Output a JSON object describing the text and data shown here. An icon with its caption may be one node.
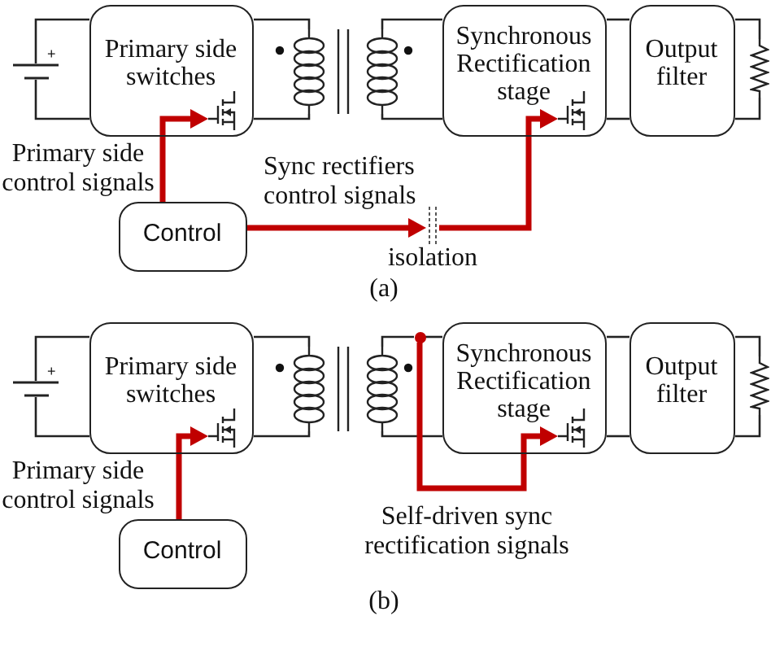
{
  "diagram": {
    "nodes": [
      {
        "text": [],
        "shape": "picture",
        "beside": [
          "+"
        ]
      },
      {
        "text": [
          "Primary side switches"
        ]
      },
      {
        "text": [],
        "shape": "picture",
        "in": 1
      },
      {
        "text": [],
        "shape": "picture"
      },
      {
        "text": [
          "Synchronous Rectification stage"
        ]
      },
      {
        "text": [],
        "shape": "picture",
        "in": 4
      },
      {
        "text": [
          "Output filter"
        ]
      },
      {
        "text": [],
        "shape": "picture"
      },
      {
        "text": [
          "Control"
        ]
      },
      {
        "text": [],
        "shape": "bar",
        "beside": [
          "isolation"
        ]
      },
      {
        "text": [],
        "shape": "picture",
        "beside": [
          "+"
        ]
      },
      {
        "text": [
          "Primary side switches"
        ]
      },
      {
        "text": [],
        "shape": "picture",
        "in": 11
      },
      {
        "text": [],
        "shape": "picture"
      },
      {
        "text": [],
        "shape": "circle"
      },
      {
        "text": [
          "Synchronous Rectification stage"
        ]
      },
      {
        "text": [],
        "shape": "picture",
        "in": 15
      },
      {
        "text": [
          "Output filter"
        ]
      },
      {
        "text": [],
        "shape": "picture"
      },
      {
        "text": [
          "Control"
        ]
      }
    ],
    "edges": [
      {
        "from": 0,
        "to": 1,
        "arrow": "none"
      },
      {
        "from": 0,
        "to": 1,
        "arrow": "none"
      },
      {
        "from": 1,
        "to": 3,
        "arrow": "none"
      },
      {
        "from": 1,
        "to": 3,
        "arrow": "none"
      },
      {
        "from": 3,
        "to": 4,
        "arrow": "none"
      },
      {
        "from": 3,
        "to": 4,
        "arrow": "none"
      },
      {
        "from": 4,
        "to": 6,
        "arrow": "none"
      },
      {
        "from": 4,
        "to": 6,
        "arrow": "none"
      },
      {
        "from": 6,
        "to": 7,
        "arrow": "none"
      },
      {
        "from": 6,
        "to": 7,
        "arrow": "none"
      },
      {
        "from": 8,
        "to": 2,
        "arrow": "to",
        "label": "Primary side control signals",
        "style": "thick",
        "color": "#c00000"
      },
      {
        "from": 8,
        "to": 9,
        "arrow": "to",
        "label": "Sync rectifiers control signals",
        "style": "thick",
        "color": "#c00000"
      },
      {
        "from": 9,
        "to": 5,
        "arrow": "to",
        "style": "thick",
        "color": "#c00000"
      },
      {
        "from": 10,
        "to": 11,
        "arrow": "none"
      },
      {
        "from": 10,
        "to": 11,
        "arrow": "none"
      },
      {
        "from": 11,
        "to": 13,
        "arrow": "none"
      },
      {
        "from": 11,
        "to": 13,
        "arrow": "none"
      },
      {
        "from": 13,
        "to": 14,
        "arrow": "none"
      },
      {
        "from": 14,
        "to": 15,
        "arrow": "none"
      },
      {
        "from": 13,
        "to": 15,
        "arrow": "none"
      },
      {
        "from": 15,
        "to": 17,
        "arrow": "none"
      },
      {
        "from": 15,
        "to": 17,
        "arrow": "none"
      },
      {
        "from": 17,
        "to": 18,
        "arrow": "none"
      },
      {
        "from": 17,
        "to": 18,
        "arrow": "none"
      },
      {
        "from": 19,
        "to": 12,
        "arrow": "to",
        "label": "Primary side control signals",
        "style": "thick",
        "color": "#c00000"
      },
      {
        "from": 14,
        "to": 16,
        "arrow": "to",
        "label": "Self-driven sync rectification signals",
        "style": "thick",
        "color": "#c00000"
      }
    ],
    "labels": [
      "(a)",
      "(b)"
    ]
  }
}
